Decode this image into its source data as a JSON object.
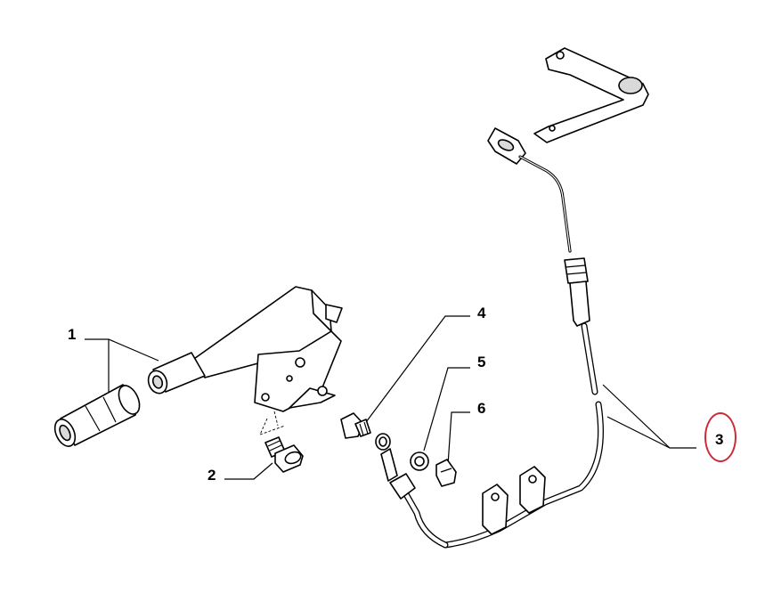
{
  "diagram": {
    "callouts": [
      {
        "id": "1",
        "label": "1"
      },
      {
        "id": "2",
        "label": "2"
      },
      {
        "id": "3",
        "label": "3"
      },
      {
        "id": "4",
        "label": "4"
      },
      {
        "id": "5",
        "label": "5"
      },
      {
        "id": "6",
        "label": "6"
      }
    ],
    "highlight": {
      "target": "3",
      "color": "#cc2a36"
    },
    "colors": {
      "line": "#000000",
      "background": "#ffffff",
      "shade": "#d9d9d9"
    }
  }
}
